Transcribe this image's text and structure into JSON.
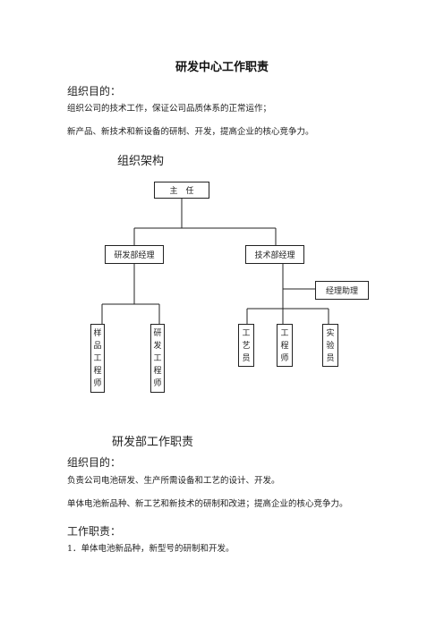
{
  "page_title": "研发中心工作职责",
  "center": {
    "purpose_heading": "组织目的：",
    "purpose_line1": "组织公司的技术工作，保证公司品质体系的正常运作；",
    "purpose_line2": "新产品、新技术和新设备的研制、开发，提高企业的核心竞争力。",
    "org_heading": "组织架构"
  },
  "org_chart": {
    "director": "主　任",
    "rd_manager": "研发部经理",
    "tech_manager": "技术部经理",
    "manager_assistant": "经理助理",
    "sample_engineer": "样品工程师",
    "rd_engineer": "研发工程师",
    "process_engineer": "工艺员",
    "engineer": "工程师",
    "lab_technician": "实验员"
  },
  "rd_dept": {
    "heading": "研发部工作职责",
    "purpose_heading": "组织目的：",
    "purpose_line1": "负责公司电池研发、生产所需设备和工艺的设计、开发。",
    "purpose_line2": "单体电池新品种、新工艺和新技术的研制和改进；提高企业的核心竞争力。",
    "duties_heading": "工作职责：",
    "duty_1": "1．单体电池新品种，新型号的研制和开发。"
  }
}
